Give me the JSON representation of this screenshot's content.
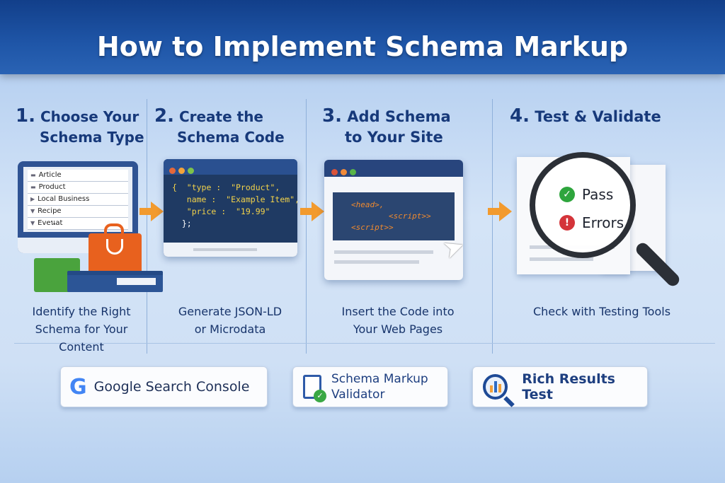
{
  "title": "How to Implement Schema Markup",
  "steps": [
    {
      "num": "1.",
      "title_l1": "Choose Your",
      "title_l2": "Schema Type",
      "caption_l1": "Identify the Right",
      "caption_l2": "Schema for Your Content"
    },
    {
      "num": "2.",
      "title_l1": "Create the",
      "title_l2": "Schema Code",
      "caption_l1": "Generate JSON-LD",
      "caption_l2": "or Microdata"
    },
    {
      "num": "3.",
      "title_l1": "Add Schema",
      "title_l2": "to Your Site",
      "caption_l1": "Insert the Code into",
      "caption_l2": "Your Web Pages"
    },
    {
      "num": "4.",
      "title_l1": "Test & Validate",
      "title_l2": "",
      "caption_l1": "Check with Testing Tools",
      "caption_l2": ""
    }
  ],
  "schema_types": [
    "Article",
    "Product",
    "Local Business",
    "Recipe",
    "Eveนat"
  ],
  "code_lines": [
    "{  \"type :  \"Product\",",
    "   name :  \"Example Item\",",
    "   \"price :  \"19.99\"",
    "  };"
  ],
  "html_lines": [
    "<head>,",
    "        <script>>",
    "<script>>"
  ],
  "results": {
    "pass": "Pass",
    "errors": "Errors"
  },
  "tools": {
    "google_g": "G",
    "google": "Google Search Console",
    "validator_l1": "Schema Markup",
    "validator_l2": "Validator",
    "rich": "Rich Results Test"
  },
  "colors": {
    "accent": "#f29a2e",
    "navy": "#17397a",
    "header": "#1f56a8"
  }
}
